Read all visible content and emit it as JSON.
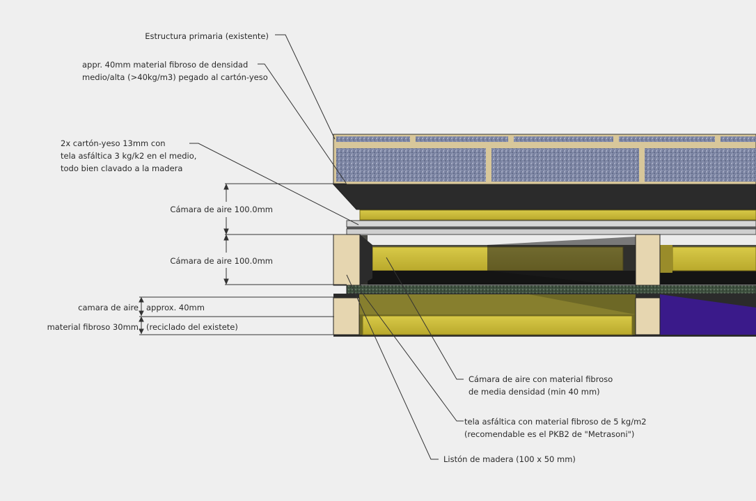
{
  "labels": {
    "estructura": "Estructura primaria (existente)",
    "fibroso_40_l1": "appr. 40mm material fibroso de densidad",
    "fibroso_40_l2": "medio/alta (>40kg/m3) pegado al cartón-yeso",
    "carton_l1": "2x cartón-yeso 13mm con",
    "carton_l2": "tela asfáltica 3 kg/k2 en el medio,",
    "carton_l3": "todo bien clavado a la madera",
    "camara_1": "Cámara de aire 100.0mm",
    "camara_2": "Cámara de aire 100.0mm",
    "camara_aire_small": "camara de aire",
    "approx_40": "approx. 40mm",
    "material_30": "material fibroso 30mm",
    "reciclado": "(reciclado del existete)",
    "camara_fibroso_l1": "Cámara de aire con material fibroso",
    "camara_fibroso_l2": "de media densidad (min 40 mm)",
    "tela_l1": "tela asfáltica con material fibroso de 5 kg/m2",
    "tela_l2": "(recomendable es el PKB2 de \"Metrasoni\")",
    "liston": "Listón de madera (100 x 50 mm)"
  },
  "colors": {
    "background": "#efefef",
    "granite": "#7d86a4",
    "mortar": "#d8c79a",
    "dark_layer": "#2b2b2b",
    "insulation": "#c9b93a",
    "wood": "#e6d6b0",
    "gypsum": "#cfcfcf",
    "green_layer": "#3f5140",
    "purple": "#3a1a8a",
    "leader_line": "#333333"
  }
}
